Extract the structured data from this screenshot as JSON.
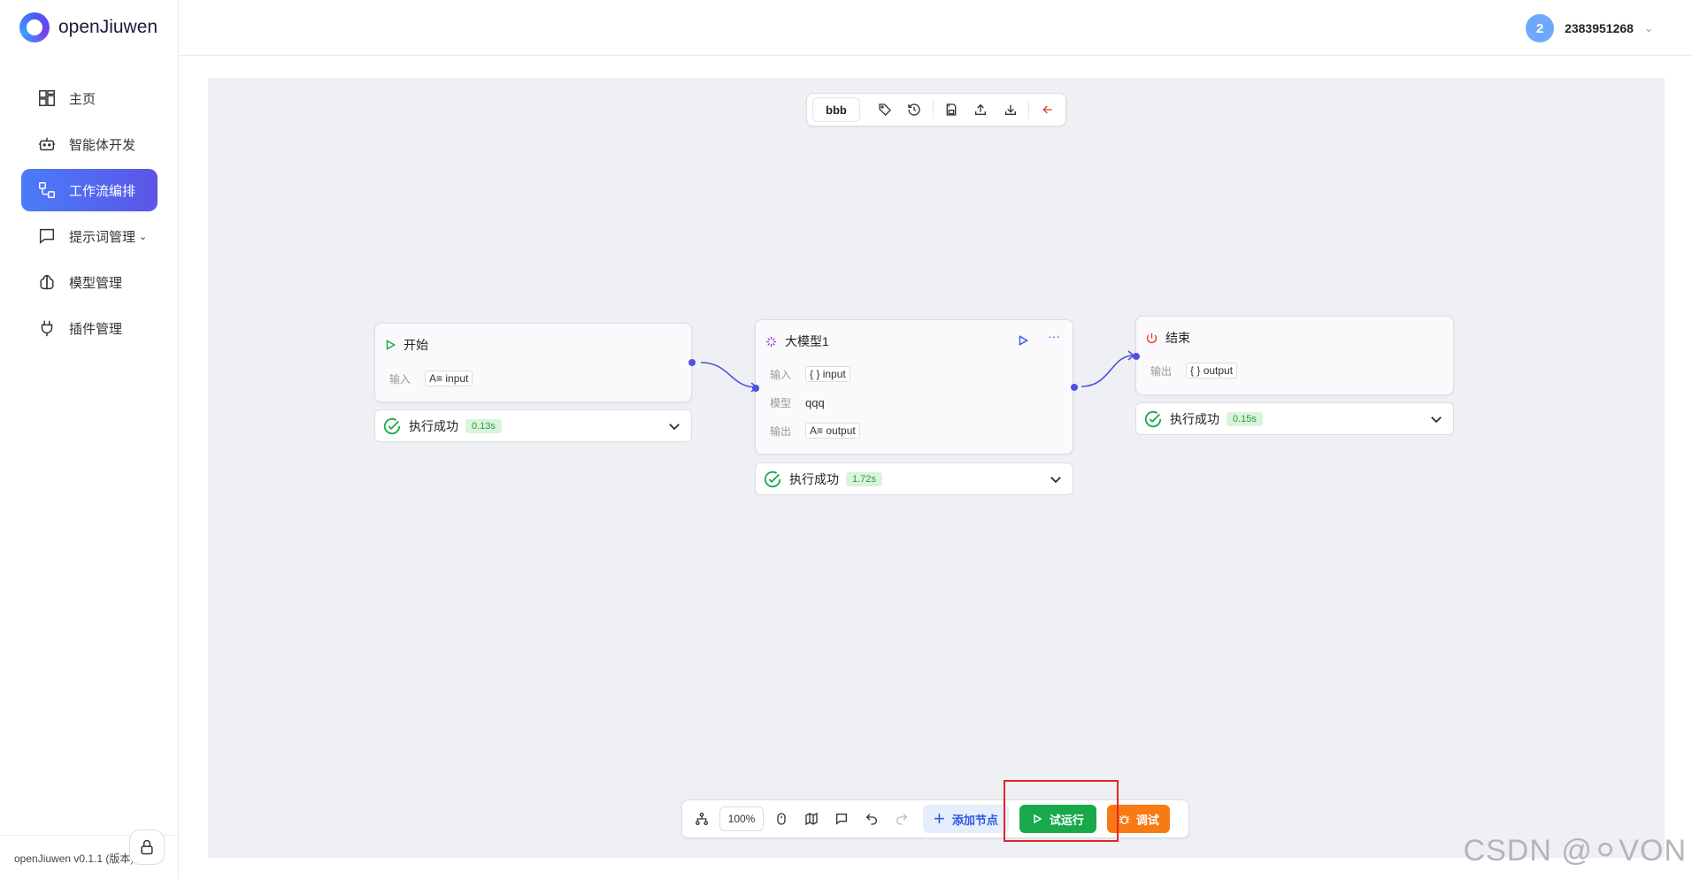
{
  "app": {
    "name": "openJiuwen",
    "version_text": "openJiuwen v0.1.1 (版本)"
  },
  "sidebar": {
    "items": [
      {
        "label": "主页",
        "icon": "dashboard-icon"
      },
      {
        "label": "智能体开发",
        "icon": "robot-icon"
      },
      {
        "label": "工作流编排",
        "icon": "workflow-icon",
        "active": true
      },
      {
        "label": "提示词管理",
        "icon": "message-icon",
        "has_dropdown": true
      },
      {
        "label": "模型管理",
        "icon": "brain-icon"
      },
      {
        "label": "插件管理",
        "icon": "plug-icon"
      }
    ]
  },
  "header": {
    "avatar_text": "2",
    "username": "2383951268"
  },
  "toolbar_top": {
    "flow_name": "bbb"
  },
  "nodes": {
    "start": {
      "title": "开始",
      "input_label": "输入",
      "input_value": "input",
      "input_type_glyph": "A≡"
    },
    "llm": {
      "title": "大模型1",
      "input_label": "输入",
      "input_value": "input",
      "model_label": "模型",
      "model_value": "qqq",
      "output_label": "输出",
      "output_value": "output",
      "output_type_glyph": "A≡"
    },
    "end": {
      "title": "结束",
      "output_label": "输出",
      "output_value": "output"
    }
  },
  "statuses": {
    "start": {
      "text": "执行成功",
      "duration": "0.13s"
    },
    "llm": {
      "text": "执行成功",
      "duration": "1.72s"
    },
    "end": {
      "text": "执行成功",
      "duration": "0.15s"
    }
  },
  "toolbar_bottom": {
    "zoom": "100%",
    "add_node": "添加节点",
    "run": "试运行",
    "debug": "调试"
  },
  "watermark": "CSDN @⚪VON",
  "colors": {
    "accent": "#4f52e0",
    "success": "#18a94b",
    "debug": "#f77a13",
    "highlight": "#e32626"
  }
}
